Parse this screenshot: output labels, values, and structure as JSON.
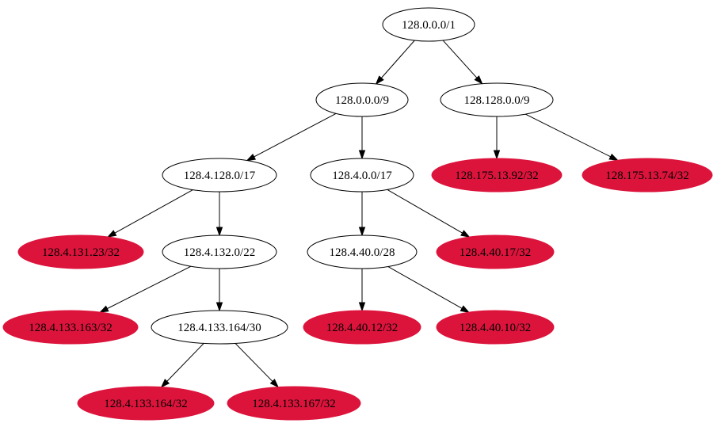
{
  "colors": {
    "leaf_fill": "#dc143c",
    "internal_fill": "#ffffff",
    "internal_stroke": "#000000",
    "edge": "#000000",
    "background": "#ffffff"
  },
  "nodes": [
    {
      "id": "n0",
      "label": "128.0.0.0/1",
      "kind": "internal"
    },
    {
      "id": "n1",
      "label": "128.0.0.0/9",
      "kind": "internal"
    },
    {
      "id": "n2",
      "label": "128.128.0.0/9",
      "kind": "internal"
    },
    {
      "id": "n3",
      "label": "128.4.128.0/17",
      "kind": "internal"
    },
    {
      "id": "n4",
      "label": "128.4.0.0/17",
      "kind": "internal"
    },
    {
      "id": "n5",
      "label": "128.175.13.92/32",
      "kind": "leaf"
    },
    {
      "id": "n6",
      "label": "128.175.13.74/32",
      "kind": "leaf"
    },
    {
      "id": "n7",
      "label": "128.4.131.23/32",
      "kind": "leaf"
    },
    {
      "id": "n8",
      "label": "128.4.132.0/22",
      "kind": "internal"
    },
    {
      "id": "n9",
      "label": "128.4.40.0/28",
      "kind": "internal"
    },
    {
      "id": "n10",
      "label": "128.4.40.17/32",
      "kind": "leaf"
    },
    {
      "id": "n11",
      "label": "128.4.133.163/32",
      "kind": "leaf"
    },
    {
      "id": "n12",
      "label": "128.4.133.164/30",
      "kind": "internal"
    },
    {
      "id": "n13",
      "label": "128.4.40.12/32",
      "kind": "leaf"
    },
    {
      "id": "n14",
      "label": "128.4.40.10/32",
      "kind": "leaf"
    },
    {
      "id": "n15",
      "label": "128.4.133.164/32",
      "kind": "leaf"
    },
    {
      "id": "n16",
      "label": "128.4.133.167/32",
      "kind": "leaf"
    }
  ],
  "edges": [
    {
      "from": "n0",
      "to": "n1"
    },
    {
      "from": "n0",
      "to": "n2"
    },
    {
      "from": "n1",
      "to": "n3"
    },
    {
      "from": "n1",
      "to": "n4"
    },
    {
      "from": "n2",
      "to": "n5"
    },
    {
      "from": "n2",
      "to": "n6"
    },
    {
      "from": "n3",
      "to": "n7"
    },
    {
      "from": "n3",
      "to": "n8"
    },
    {
      "from": "n4",
      "to": "n9"
    },
    {
      "from": "n4",
      "to": "n10"
    },
    {
      "from": "n8",
      "to": "n11"
    },
    {
      "from": "n8",
      "to": "n12"
    },
    {
      "from": "n9",
      "to": "n13"
    },
    {
      "from": "n9",
      "to": "n14"
    },
    {
      "from": "n12",
      "to": "n15"
    },
    {
      "from": "n12",
      "to": "n16"
    }
  ]
}
